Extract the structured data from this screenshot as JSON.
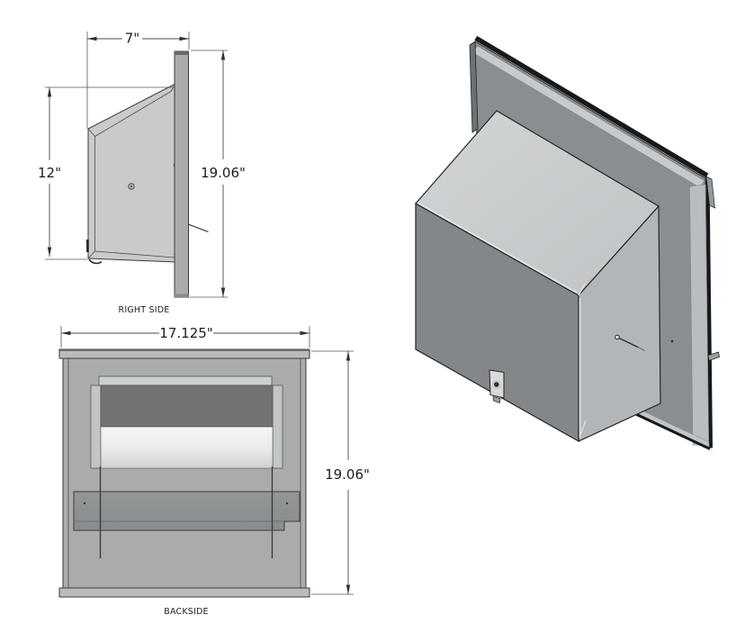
{
  "drawing": {
    "views": {
      "right_side": {
        "label": "RIGHT SIDE",
        "dim_depth": "7\"",
        "dim_front_height": "12\"",
        "dim_overall_height": "19.06\""
      },
      "backside": {
        "label": "BACKSIDE",
        "dim_width": "17.125\"",
        "dim_height": "19.06\""
      },
      "isometric": {
        "label": ""
      }
    },
    "colors": {
      "background": "#ffffff",
      "line_outline": "#3a3c3e",
      "side_body_gray": "#c8cacb",
      "side_panel_gray": "#a9abad",
      "back_panel_gray": "#a9abac",
      "back_rail_gray": "#b9bbbc",
      "opening_dark_gray": "#717374",
      "opening_light": "#f2f3f3",
      "bracket_bar_gray": "#8e9193",
      "iso_panel_gray": "#8b8e90",
      "iso_top_gray": "#ccd0d1",
      "iso_side_gray": "#b3b6b8",
      "iso_back_gray": "#84878a",
      "iso_edge_black": "#17191b"
    }
  }
}
